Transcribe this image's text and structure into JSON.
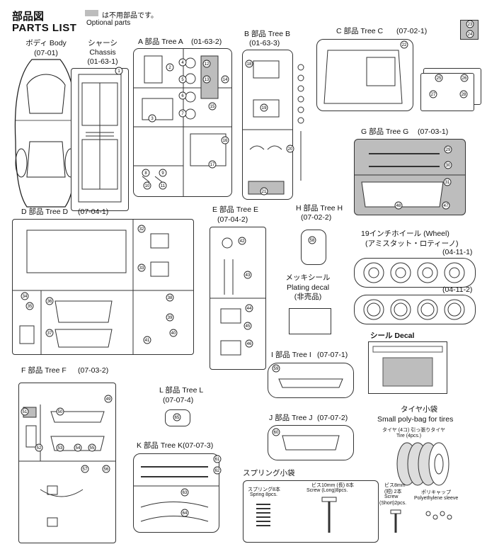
{
  "header": {
    "title_jp": "部品図",
    "title_en": "PARTS LIST",
    "legend_jp": "は不用部品です。",
    "legend_en": "Optional parts"
  },
  "body": {
    "title": "ボディ Body",
    "code": "(07-01)"
  },
  "chassis": {
    "title_jp": "シャーシ",
    "title_en": "Chassis",
    "code": "(01-63-1)"
  },
  "tree_a": {
    "title": "A 部品 Tree A",
    "code": "(01-63-2)"
  },
  "tree_b": {
    "title": "B 部品 Tree B",
    "code": "(01-63-3)"
  },
  "tree_c": {
    "title": "C 部品 Tree C",
    "code": "(07-02-1)"
  },
  "tree_d": {
    "title": "D 部品 Tree D",
    "code": "(07-04-1)"
  },
  "tree_e": {
    "title": "E 部品 Tree E",
    "code": "(07-04-2)"
  },
  "tree_f": {
    "title": "F 部品 Tree F",
    "code": "(07-03-2)"
  },
  "tree_g": {
    "title": "G 部品 Tree G",
    "code": "(07-03-1)"
  },
  "tree_h": {
    "title": "H 部品 Tree H",
    "code": "(07-02-2)"
  },
  "tree_i": {
    "title": "I 部品 Tree I",
    "code": "(07-07-1)"
  },
  "tree_j": {
    "title": "J 部品 Tree J",
    "code": "(07-07-2)"
  },
  "tree_k": {
    "title": "K 部品 Tree K",
    "code": "(07-07-3)"
  },
  "tree_l": {
    "title": "L 部品 Tree L",
    "code": "(07-07-4)"
  },
  "wheel": {
    "title": "19インチホイール (Wheel)",
    "subtitle": "(アミスタット・ロティーノ)",
    "code1": "(04-11-1)",
    "code2": "(04-11-2)"
  },
  "plating": {
    "title_jp": "メッキシール",
    "title_en": "Plating decal",
    "note": "(非売品)"
  },
  "decal": {
    "title": "シール Decal"
  },
  "tire_bag": {
    "title_jp": "タイヤ小袋",
    "title_en": "Small poly-bag for tires",
    "tire_jp": "タイヤ (4コ) 引っ張りタイヤ",
    "tire_en": "Tire (4pcs.)",
    "screw_jp": "ビス8mm",
    "screw_jp2": "(短) 2本",
    "screw_en": "Screw",
    "screw_en2": "(Short)2pcs.",
    "sleeve_jp": "ポリキャップ",
    "sleeve_en": "Polyethylene sleeve"
  },
  "spring_bag": {
    "title": "スプリング小袋",
    "spring_jp": "スプリング8本",
    "spring_en": "Spring 8pcs.",
    "screw_jp": "ビス10mm (長) 8本",
    "screw_en": "Screw (Long)8pcs."
  },
  "part_numbers": {
    "chassis": [
      "1"
    ],
    "a": [
      "2",
      "3",
      "4",
      "5",
      "6",
      "7",
      "8",
      "9",
      "10",
      "11",
      "12",
      "13",
      "14",
      "15",
      "16",
      "17"
    ],
    "b": [
      "18",
      "19",
      "20",
      "21"
    ],
    "c": [
      "22",
      "23",
      "24",
      "25",
      "26",
      "27",
      "28"
    ],
    "d": [
      "32",
      "33",
      "34",
      "35",
      "36",
      "37",
      "38",
      "39",
      "40",
      "41"
    ],
    "e": [
      "42",
      "43",
      "44",
      "45",
      "46"
    ],
    "f": [
      "49",
      "50",
      "51",
      "52",
      "53",
      "54",
      "55",
      "56",
      "57"
    ],
    "g": [
      "29",
      "30",
      "31",
      "47",
      "48"
    ],
    "h": [
      "58"
    ],
    "i": [
      "59"
    ],
    "j": [
      "60"
    ],
    "k": [
      "61",
      "62",
      "63",
      "64"
    ],
    "l": [
      "65"
    ]
  }
}
